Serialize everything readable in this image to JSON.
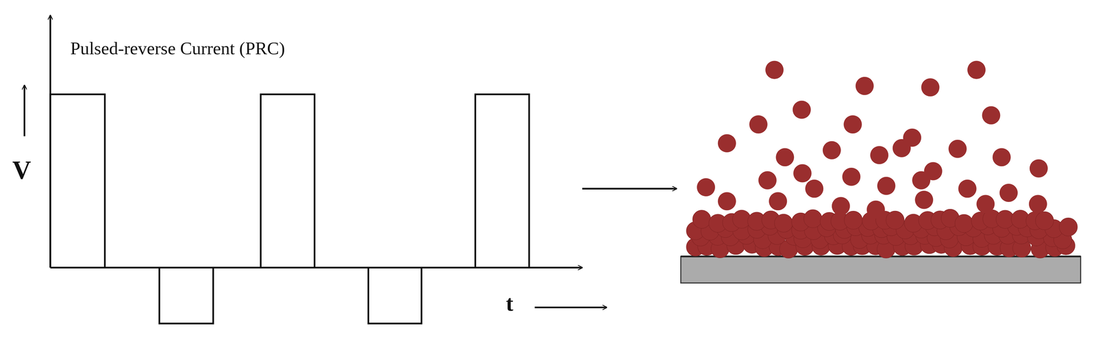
{
  "diagram": {
    "labels": [
      "Pulsed-reverse Current (PRC)",
      "V",
      "t"
    ]
  }
}
